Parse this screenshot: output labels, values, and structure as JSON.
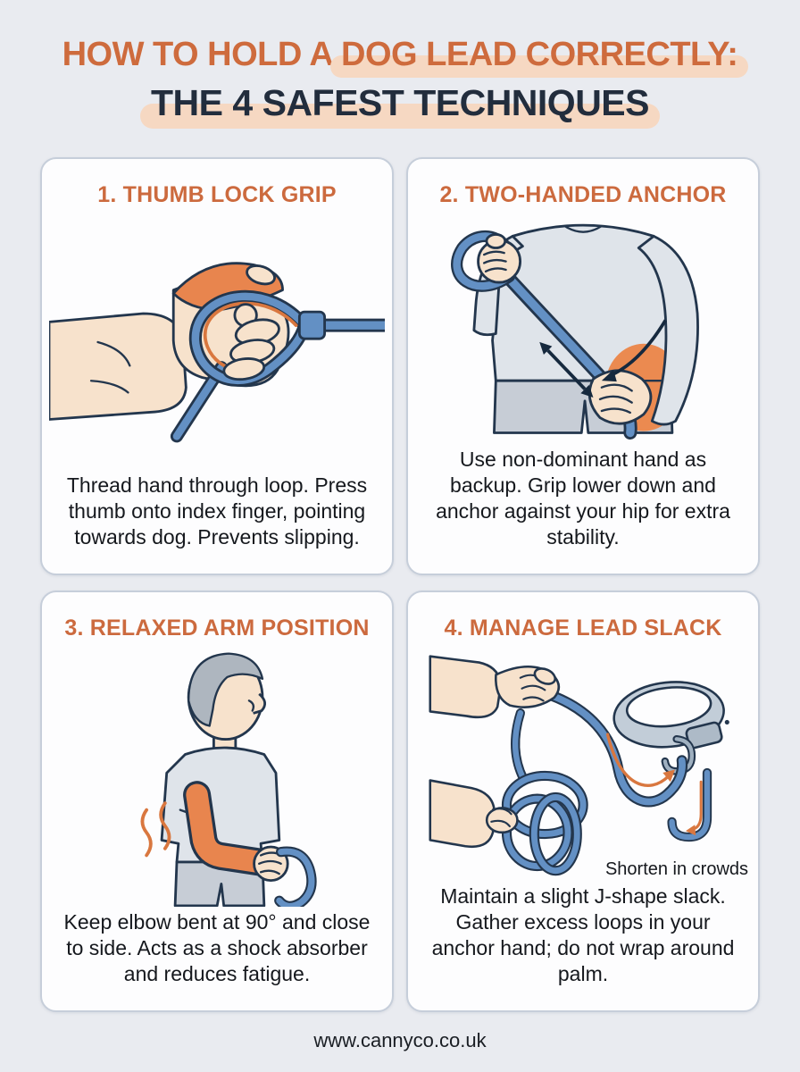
{
  "header": {
    "title_line1_prefix": "HOW TO HOLD A",
    "title_line1_highlight": "DOG LEAD CORRECTLY:",
    "title_line2": "THE 4 SAFEST TECHNIQUES"
  },
  "panels": [
    {
      "heading": "1. THUMB LOCK GRIP",
      "description": "Thread hand through loop. Press thumb onto index finger, pointing towards dog. Prevents slipping.",
      "illustration": "hand-in-lead-loop-thumb-lock"
    },
    {
      "heading": "2. TWO-HANDED ANCHOR",
      "description": "Use non-dominant hand as backup. Grip lower down and anchor against your hip for extra stability.",
      "illustration": "torso-two-hands-on-lead-anchored-at-hip"
    },
    {
      "heading": "3. RELAXED ARM POSITION",
      "description": "Keep elbow bent at 90° and close to side. Acts as a shock absorber and reduces fatigue.",
      "illustration": "side-profile-person-elbow-bent-holding-lead"
    },
    {
      "heading": "4. MANAGE LEAD SLACK",
      "description": "Maintain a slight J-shape slack. Gather excess loops in your anchor hand; do not wrap around palm.",
      "caption": "Shorten in crowds",
      "illustration": "hands-gathering-loops-j-slack-to-collar"
    }
  ],
  "footer": {
    "website": "www.cannyco.co.uk"
  },
  "colors": {
    "accent_orange": "#CE6B3D",
    "highlight_peach": "#F6D8C2",
    "title_navy": "#222D3D",
    "lead_blue": "#6390C4",
    "outline_navy": "#23364D",
    "skin_tone": "#F7E2CC",
    "emphasis_orange": "#E8854E",
    "arrow_orange": "#D9773F",
    "page_background": "#E9EBF0",
    "card_background": "#FDFDFE",
    "card_border": "#C6CEDA"
  }
}
